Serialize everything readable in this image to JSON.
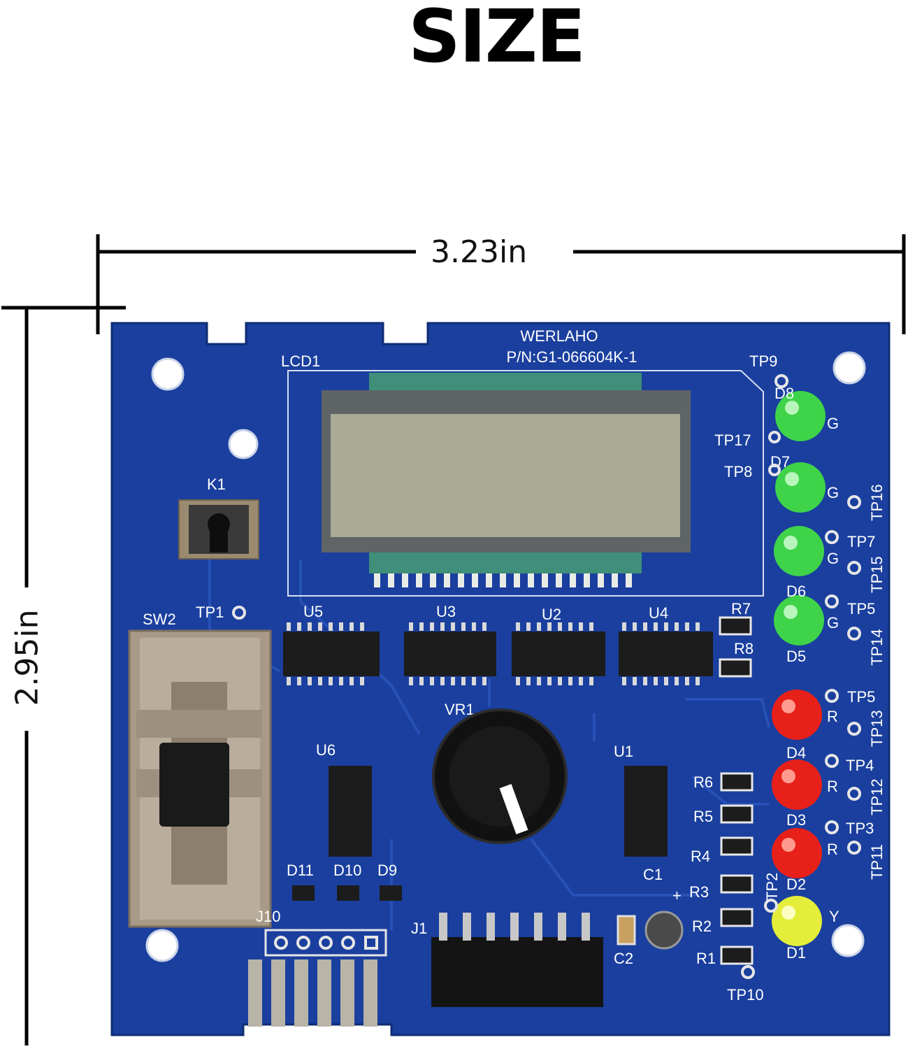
{
  "heading": "SIZE",
  "dimensions": {
    "width": "3.23in",
    "height": "2.95in"
  },
  "board": {
    "brand": "WERLAHO",
    "part_number": "P/N:G1-066604K-1",
    "labels": {
      "lcd": "LCD1",
      "k1": "K1",
      "sw2": "SW2",
      "tp1": "TP1",
      "u5": "U5",
      "u3": "U3",
      "u2": "U2",
      "u4": "U4",
      "u6": "U6",
      "u1": "U1",
      "vr1": "VR1",
      "d11": "D11",
      "d10": "D10",
      "d9": "D9",
      "j1": "J1",
      "j10": "J10",
      "c1": "C1",
      "c2": "C2",
      "r1": "R1",
      "r2": "R2",
      "r3": "R3",
      "r4": "R4",
      "r5": "R5",
      "r6": "R6",
      "r7": "R7",
      "r8": "R8",
      "tp9": "TP9",
      "tp17": "TP17",
      "tp8": "TP8",
      "tp16": "TP16",
      "tp7": "TP7",
      "tp15": "TP15",
      "tp5a": "TP5",
      "tp14": "TP14",
      "tp5b": "TP5",
      "tp13": "TP13",
      "tp4": "TP4",
      "tp12": "TP12",
      "tp3": "TP3",
      "tp11": "TP11",
      "tp2": "TP2",
      "tp10": "TP10",
      "d8": "D8",
      "d7": "D7",
      "d6": "D6",
      "d5": "D5",
      "d4": "D4",
      "d3": "D3",
      "d2": "D2",
      "d1": "D1",
      "g1": "G",
      "g2": "G",
      "g3": "G",
      "g4": "G",
      "r_a": "R",
      "r_b": "R",
      "r_c": "R",
      "y": "Y",
      "plus": "+"
    },
    "colors": {
      "pcb": "#1a3f9e",
      "led_green": "#3fd34a",
      "led_red": "#e8201a",
      "led_yellow": "#e4ee3a",
      "lcd_screen": "#a9ab95",
      "knob": "#111111",
      "switch_metal": "#a89a86"
    }
  }
}
